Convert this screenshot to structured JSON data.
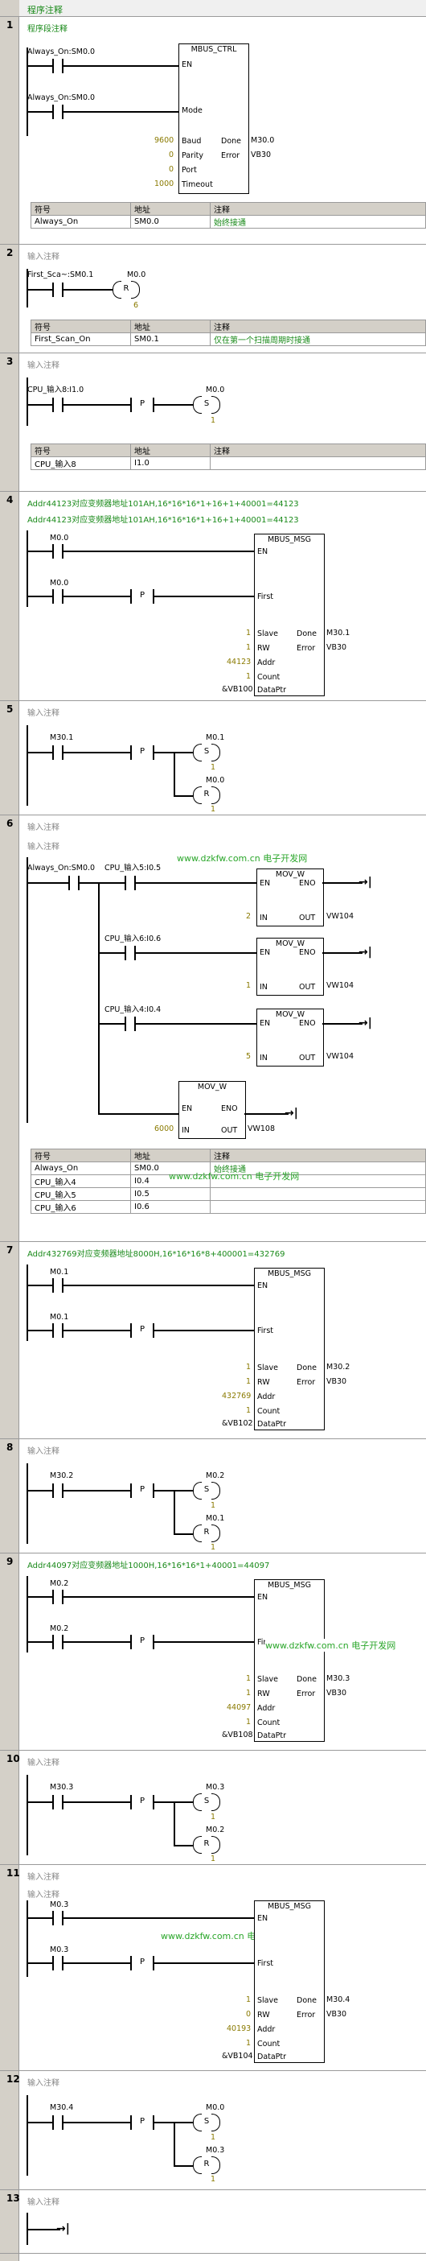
{
  "header": {
    "title": "程序注释"
  },
  "rungs": {
    "r1": {
      "num": "1",
      "comment": "程序段注释",
      "c1": "Always_On:SM0.0",
      "c2": "Always_On:SM0.0",
      "block": "MBUS_CTRL",
      "en": "EN",
      "mode": "Mode",
      "baud": "Baud",
      "parity": "Parity",
      "port": "Port",
      "timeout": "Timeout",
      "done": "Done",
      "error": "Error",
      "v_baud": "9600",
      "v_parity": "0",
      "v_port": "0",
      "v_timeout": "1000",
      "o_done": "M30.0",
      "o_error": "VB30",
      "tab": {
        "h1": "符号",
        "h2": "地址",
        "h3": "注释",
        "s1": "Always_On",
        "a1": "SM0.0",
        "n1": "始终接通"
      }
    },
    "r2": {
      "num": "2",
      "comment": "输入注释",
      "c1": "First_Sca~:SM0.1",
      "coil_addr": "M0.0",
      "coil": "R",
      "n": "6",
      "tab": {
        "h1": "符号",
        "h2": "地址",
        "h3": "注释",
        "s1": "First_Scan_On",
        "a1": "SM0.1",
        "n1": "仅在第一个扫描周期时接通"
      }
    },
    "r3": {
      "num": "3",
      "comment": "输入注释",
      "c1": "CPU_输入8:I1.0",
      "p": "P",
      "coil_addr": "M0.0",
      "coil": "S",
      "n": "1",
      "tab": {
        "h1": "符号",
        "h2": "地址",
        "h3": "注释",
        "s1": "CPU_输入8",
        "a1": "I1.0",
        "n1": ""
      }
    },
    "r4": {
      "num": "4",
      "comment1": "Addr44123对应变频器地址101AH,16*16*16*1+16+1+40001=44123",
      "comment2": "Addr44123对应变频器地址101AH,16*16*16*1+16+1+40001=44123",
      "c1": "M0.0",
      "c2": "M0.0",
      "p": "P",
      "block": "MBUS_MSG",
      "en": "EN",
      "first": "First",
      "slave": "Slave",
      "rw": "RW",
      "addr": "Addr",
      "count": "Count",
      "dataptr": "DataPtr",
      "done": "Done",
      "error": "Error",
      "v_slave": "1",
      "v_rw": "1",
      "v_addr": "44123",
      "v_count": "1",
      "v_dataptr": "&VB100",
      "o_done": "M30.1",
      "o_error": "VB30"
    },
    "r5": {
      "num": "5",
      "comment": "输入注释",
      "c1": "M30.1",
      "p": "P",
      "coil1_addr": "M0.1",
      "coil1": "S",
      "n1": "1",
      "coil2_addr": "M0.0",
      "coil2": "R",
      "n2": "1"
    },
    "r6": {
      "num": "6",
      "comment": "输入注释",
      "watermark": "www.dzkfw.com.cn 电子开发网",
      "c1": "Always_On:SM0.0",
      "c2": "CPU_输入5:I0.5",
      "c3": "CPU_输入6:I0.6",
      "c4": "CPU_输入4:I0.4",
      "mov": "MOV_W",
      "en": "EN",
      "eno": "ENO",
      "in": "IN",
      "out": "OUT",
      "in1": "2",
      "out1": "VW104",
      "in2": "1",
      "out2": "VW104",
      "in3": "5",
      "out3": "VW104",
      "in4": "6000",
      "out4": "VW108",
      "tab": {
        "h1": "符号",
        "h2": "地址",
        "h3": "注释",
        "s1": "Always_On",
        "a1": "SM0.0",
        "n1": "始终接通",
        "s2": "CPU_输入4",
        "a2": "I0.4",
        "s3": "CPU_输入5",
        "a3": "I0.5",
        "s4": "CPU_输入6",
        "a4": "I0.6"
      }
    },
    "r7": {
      "num": "7",
      "comment": "Addr432769对应变频器地址8000H,16*16*16*8+400001=432769",
      "c1": "M0.1",
      "c2": "M0.1",
      "p": "P",
      "block": "MBUS_MSG",
      "en": "EN",
      "first": "First",
      "slave": "Slave",
      "rw": "RW",
      "addr": "Addr",
      "count": "Count",
      "dataptr": "DataPtr",
      "done": "Done",
      "error": "Error",
      "v_slave": "1",
      "v_rw": "1",
      "v_addr": "432769",
      "v_count": "1",
      "v_dataptr": "&VB102",
      "o_done": "M30.2",
      "o_error": "VB30"
    },
    "r8": {
      "num": "8",
      "comment": "输入注释",
      "c1": "M30.2",
      "p": "P",
      "coil1_addr": "M0.2",
      "coil1": "S",
      "n1": "1",
      "coil2_addr": "M0.1",
      "coil2": "R",
      "n2": "1"
    },
    "r9": {
      "num": "9",
      "comment": "Addr44097对应变频器地址1000H,16*16*16*1+40001=44097",
      "watermark": "www.dzkfw.com.cn 电子开发网",
      "c1": "M0.2",
      "c2": "M0.2",
      "p": "P",
      "block": "MBUS_MSG",
      "en": "EN",
      "first": "First",
      "slave": "Slave",
      "rw": "RW",
      "addr": "Addr",
      "count": "Count",
      "dataptr": "DataPtr",
      "done": "Done",
      "error": "Error",
      "v_slave": "1",
      "v_rw": "1",
      "v_addr": "44097",
      "v_count": "1",
      "v_dataptr": "&VB108",
      "o_done": "M30.3",
      "o_error": "VB30"
    },
    "r10": {
      "num": "10",
      "comment": "输入注释",
      "c1": "M30.3",
      "p": "P",
      "coil1_addr": "M0.3",
      "coil1": "S",
      "n1": "1",
      "coil2_addr": "M0.2",
      "coil2": "R",
      "n2": "1"
    },
    "r11": {
      "num": "11",
      "comment": "输入注释",
      "watermark": "www.dzkfw.com.cn 电子开发网",
      "c1": "M0.3",
      "c2": "M0.3",
      "p": "P",
      "block": "MBUS_MSG",
      "en": "EN",
      "first": "First",
      "slave": "Slave",
      "rw": "RW",
      "addr": "Addr",
      "count": "Count",
      "dataptr": "DataPtr",
      "done": "Done",
      "error": "Error",
      "v_slave": "1",
      "v_rw": "0",
      "v_addr": "40193",
      "v_count": "1",
      "v_dataptr": "&VB104",
      "o_done": "M30.4",
      "o_error": "VB30"
    },
    "r12": {
      "num": "12",
      "comment": "输入注释",
      "c1": "M30.4",
      "p": "P",
      "coil1_addr": "M0.0",
      "coil1": "S",
      "n1": "1",
      "coil2_addr": "M0.3",
      "coil2": "R",
      "n2": "1"
    },
    "r13": {
      "num": "13",
      "comment": "输入注释"
    }
  }
}
